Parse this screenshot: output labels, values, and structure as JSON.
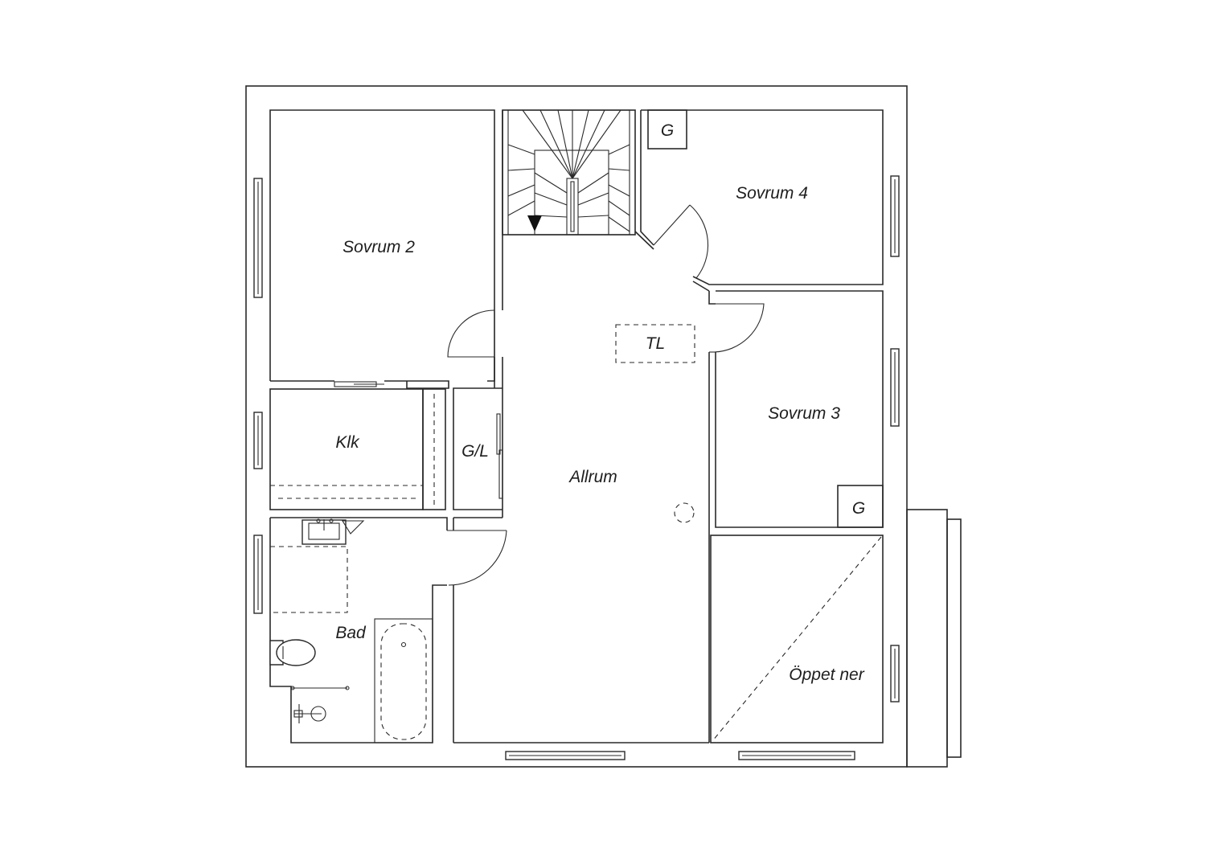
{
  "rooms": {
    "sovrum2": "Sovrum 2",
    "sovrum4": "Sovrum 4",
    "sovrum3": "Sovrum 3",
    "klk": "Klk",
    "gl": "G/L",
    "allrum": "Allrum",
    "bad": "Bad",
    "oppet_ner": "Öppet ner",
    "tl": "TL",
    "g_top": "G",
    "g_bottom": "G"
  },
  "colors": {
    "line": "#2a2a2a",
    "background": "#ffffff"
  }
}
